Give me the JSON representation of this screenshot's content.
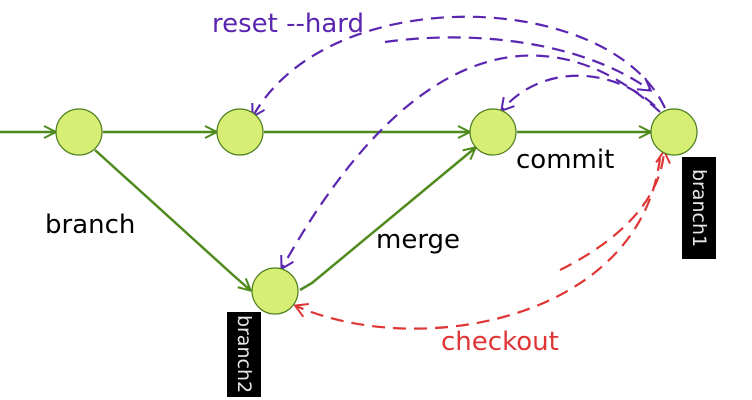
{
  "colors": {
    "background": "#ffffff",
    "node_fill": "#d6ee74",
    "node_stroke": "#4a7a1c",
    "main_edge": "#4f8a1d",
    "reset_arrow": "#5a25b0",
    "checkout_arrow": "#e03535",
    "branch_tag_bg": "#000000",
    "branch_tag_text": "#e8e8e8",
    "text": "#000000"
  },
  "diagram": {
    "nodes": [
      {
        "id": "c1"
      },
      {
        "id": "c2"
      },
      {
        "id": "c3"
      },
      {
        "id": "c4"
      },
      {
        "id": "b1"
      }
    ],
    "edges": [
      {
        "from": "start",
        "to": "c1",
        "type": "main"
      },
      {
        "from": "c1",
        "to": "c2",
        "type": "main"
      },
      {
        "from": "c2",
        "to": "c3",
        "type": "main"
      },
      {
        "from": "c3",
        "to": "c4",
        "type": "main"
      },
      {
        "from": "c1",
        "to": "b1",
        "type": "main"
      },
      {
        "from": "b1",
        "to": "c3",
        "type": "main"
      }
    ],
    "labels": {
      "branch": "branch",
      "merge": "merge",
      "commit": "commit",
      "reset": "reset --hard",
      "checkout": "checkout"
    },
    "tags": {
      "branch1": "branch1",
      "branch2": "branch2"
    }
  }
}
